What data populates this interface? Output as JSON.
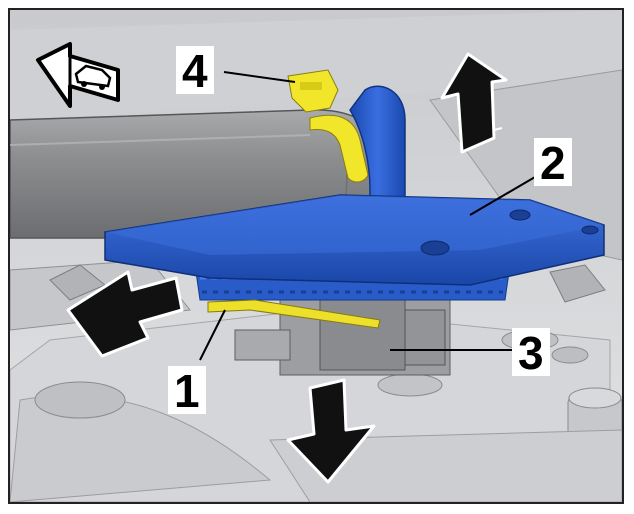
{
  "callouts": {
    "c1": "1",
    "c2": "2",
    "c3": "3",
    "c4": "4"
  },
  "colors": {
    "background": "#d9dadc",
    "hose": "#8d8e90",
    "bracket_blue": "#1f55c8",
    "clip_yellow": "#f2e62a",
    "arrow": "#111111"
  },
  "icons": [
    "vehicle-direction-icon",
    "arrow-up-icon",
    "arrow-down-icon",
    "arrow-left-icon"
  ]
}
